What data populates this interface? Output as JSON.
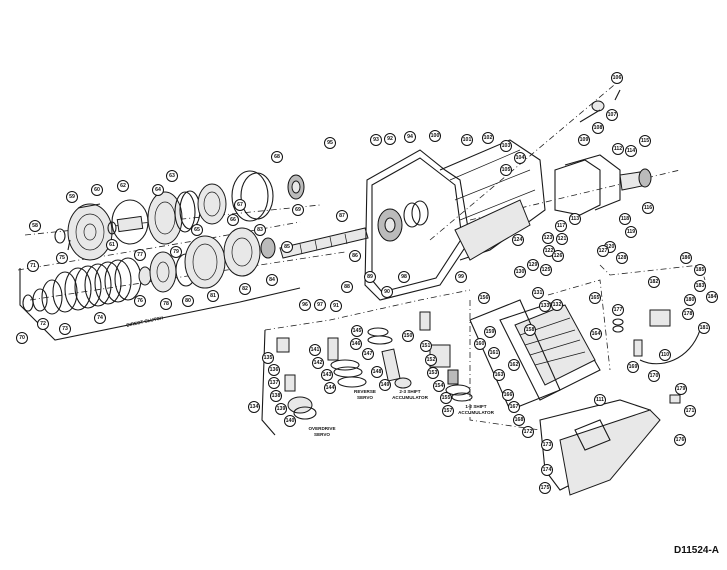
{
  "figure_id": "D11524-A",
  "group_labels": {
    "direct_clutch": "DIRECT CLUTCH",
    "reverse_servo_1": "REVERSE",
    "reverse_servo_2": "SERVO",
    "acc23_1": "2-3 SHIFT",
    "acc23_2": "ACCUMULATOR",
    "acc12_1": "1-2 SHIFT",
    "acc12_2": "ACCUMULATOR",
    "od_servo_1": "OVERDRIVE",
    "od_servo_2": "SERVO"
  },
  "callouts": {
    "c58": "58",
    "c59": "59",
    "c60": "60",
    "c61": "61",
    "c62": "62",
    "c63": "63",
    "c64": "64",
    "c65": "65",
    "c66": "66",
    "c67": "67",
    "c68": "68",
    "c69": "69",
    "c70": "70",
    "c71": "71",
    "c72": "72",
    "c73": "73",
    "c74": "74",
    "c75": "75",
    "c76": "76",
    "c77": "77",
    "c78": "78",
    "c79": "79",
    "c80": "80",
    "c81": "81",
    "c82": "82",
    "c83": "83",
    "c84": "84",
    "c85": "85",
    "c86": "86",
    "c87": "87",
    "c88": "88",
    "c89": "89",
    "c90": "90",
    "c91": "91",
    "c92": "92",
    "c93": "93",
    "c94": "94",
    "c95": "95",
    "c96": "96",
    "c97": "97",
    "c98": "98",
    "c99": "99",
    "c100": "100",
    "c101": "101",
    "c102": "102",
    "c103": "103",
    "c104": "104",
    "c105": "105",
    "c106": "106",
    "c107": "107",
    "c108": "108",
    "c109": "109",
    "c110": "110",
    "c111": "111",
    "c112": "112",
    "c113": "113",
    "c114": "114",
    "c115": "115",
    "c116": "116",
    "c117": "117",
    "c118": "118",
    "c119": "119",
    "c120": "120",
    "c121": "121",
    "c122": "122",
    "c123": "123",
    "c124": "124",
    "c125": "125",
    "c126": "126",
    "c127": "127",
    "c128": "128",
    "c129": "129",
    "c130": "130",
    "c131": "131",
    "c132": "132",
    "c133": "133",
    "c134": "134",
    "c135": "135",
    "c136": "136",
    "c137": "137",
    "c138": "138",
    "c139": "139",
    "c140": "140",
    "c141": "141",
    "c142": "142",
    "c143": "143",
    "c144": "144",
    "c145": "145",
    "c146": "146",
    "c147": "147",
    "c148": "148",
    "c149": "149",
    "c150": "150",
    "c151": "151",
    "c152": "152",
    "c153": "153",
    "c154": "154",
    "c155": "155",
    "c156": "156",
    "c157": "157",
    "c158": "158",
    "c159": "159",
    "c160": "160",
    "c161": "161",
    "c162": "162",
    "c163": "163",
    "c164": "164",
    "c165": "165",
    "c166": "166",
    "c167": "167",
    "c168": "168",
    "c169": "169",
    "c170": "170",
    "c171": "171",
    "c172": "172",
    "c173": "173",
    "c174": "174",
    "c175": "175",
    "c176": "176",
    "c177": "177",
    "c178": "178",
    "c179": "179",
    "c180": "180",
    "c181": "181",
    "c182": "182",
    "c183": "183",
    "c184": "184",
    "c185": "185",
    "c186": "186"
  }
}
